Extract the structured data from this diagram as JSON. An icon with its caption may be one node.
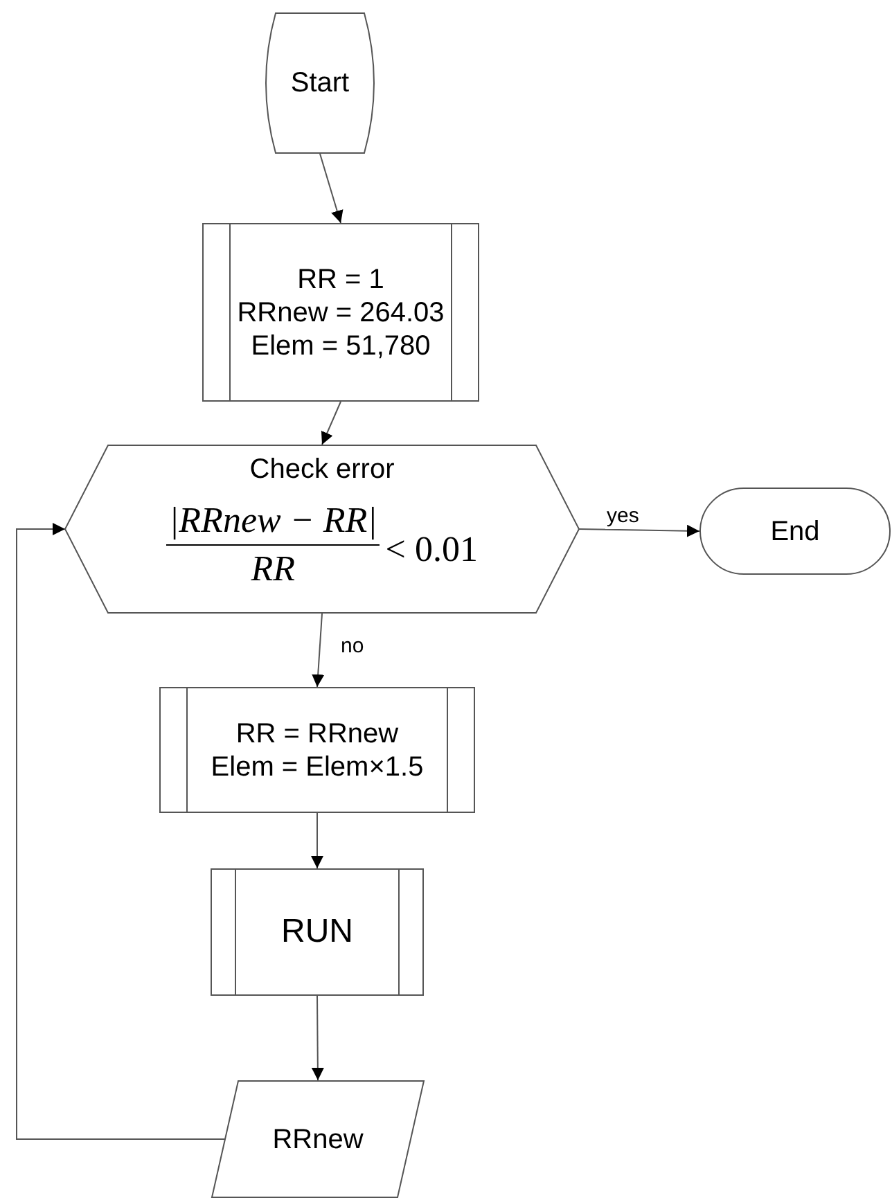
{
  "diagram": {
    "nodes": [
      {
        "text": [
          "Start"
        ]
      },
      {
        "text": [
          "RR = 1",
          "RRnew = 264.03",
          "Elem = 51,780"
        ]
      },
      {
        "text": [
          "Check error",
          "|RRnew − RR|",
          "RR",
          "< 0.01"
        ]
      },
      {
        "text": [
          "End"
        ]
      },
      {
        "text": [
          "RR = RRnew",
          "Elem = Elem×1.5"
        ]
      },
      {
        "text": [
          "RUN"
        ]
      },
      {
        "text": [
          "RRnew"
        ]
      }
    ],
    "edges": [
      {
        "from": 0,
        "to": 1,
        "arrow": "to"
      },
      {
        "from": 1,
        "to": 2,
        "arrow": "to"
      },
      {
        "from": 2,
        "to": 3,
        "arrow": "to",
        "label": "yes"
      },
      {
        "from": 2,
        "to": 4,
        "arrow": "to",
        "label": "no"
      },
      {
        "from": 4,
        "to": 5,
        "arrow": "to"
      },
      {
        "from": 5,
        "to": 6,
        "arrow": "to"
      },
      {
        "from": 6,
        "to": 2,
        "arrow": "to"
      }
    ]
  }
}
